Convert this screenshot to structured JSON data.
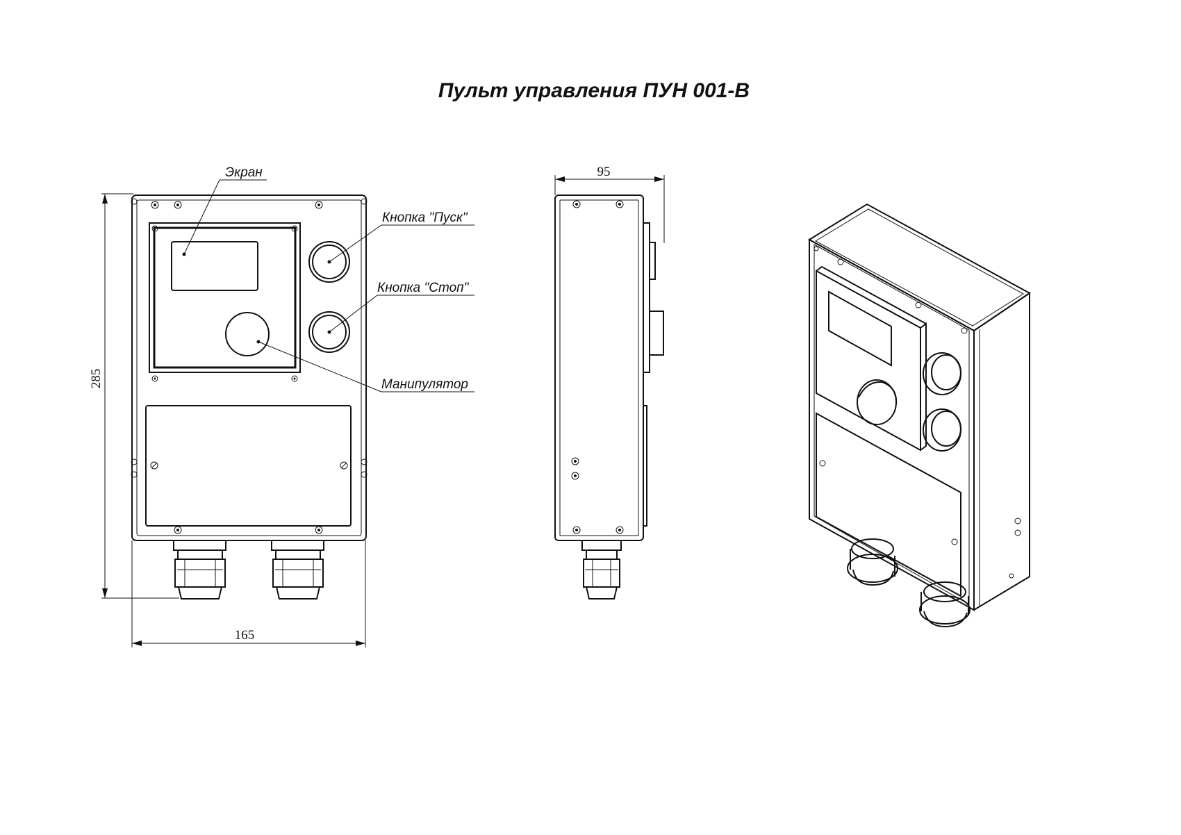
{
  "title": "Пульт управления ПУН 001-В",
  "callouts": {
    "screen": "Экран",
    "start_button": "Кнопка \"Пуск\"",
    "stop_button": "Кнопка \"Стоп\"",
    "manipulator": "Манипулятор"
  },
  "dimensions": {
    "width": "165",
    "height": "285",
    "depth": "95"
  }
}
